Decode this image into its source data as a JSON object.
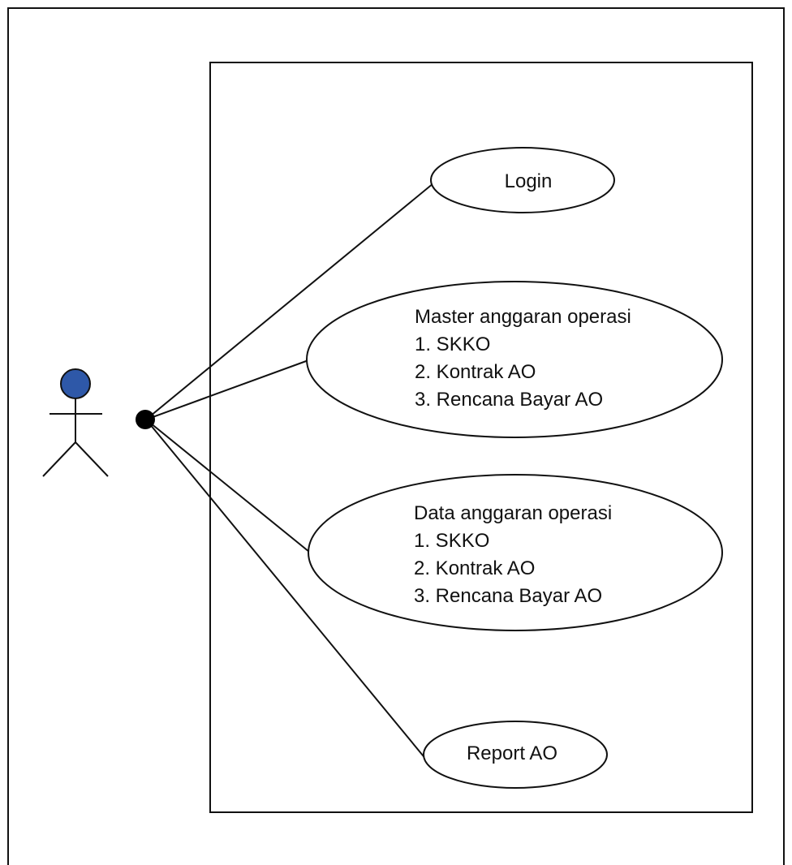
{
  "colors": {
    "line": "#111111",
    "background": "#ffffff",
    "actor_head": "#2e58a8",
    "connector_dot": "#000000"
  },
  "actor": {
    "icon": "stick-figure-icon"
  },
  "use_cases": {
    "login": {
      "label": "Login"
    },
    "master": {
      "lines": [
        "Master anggaran operasi",
        "1. SKKO",
        "2. Kontrak AO",
        "3. Rencana Bayar AO"
      ]
    },
    "data": {
      "lines": [
        "Data anggaran operasi",
        "1. SKKO",
        "2. Kontrak AO",
        "3. Rencana Bayar AO"
      ]
    },
    "report": {
      "label": "Report AO"
    }
  }
}
